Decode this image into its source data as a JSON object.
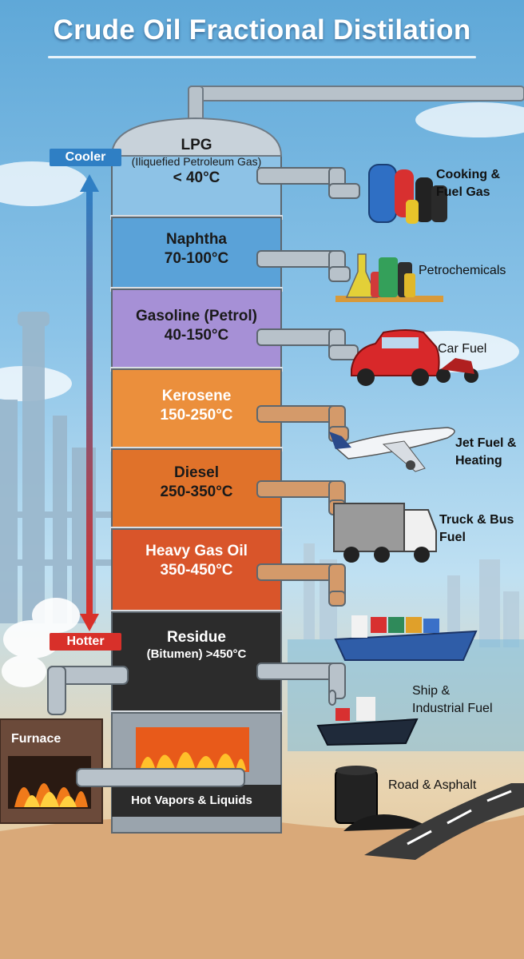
{
  "title": "Crude Oil Fractional Distilation",
  "gradient": {
    "cooler": "Cooler",
    "hotter": "Hotter"
  },
  "fractions": [
    {
      "name": "LPG",
      "subtitle": "(Iliquefied Petroleum Gas)",
      "temp": "< 40°C",
      "color": "#8dc2e6",
      "product": [
        "Cooking &",
        "Fuel Gas"
      ]
    },
    {
      "name": "Naphtha",
      "subtitle": "",
      "temp": "70-100°C",
      "color": "#5aa2d8",
      "product": [
        "Petrochemicals"
      ]
    },
    {
      "name": "Gasoline (Petrol)",
      "subtitle": "",
      "temp": "40-150°C",
      "color": "#a690d6",
      "product": [
        "Car Fuel"
      ]
    },
    {
      "name": "Kerosene",
      "subtitle": "",
      "temp": "150-250°C",
      "color": "#eb8f3c",
      "product": [
        "Jet Fuel &",
        "Heating"
      ]
    },
    {
      "name": "Diesel",
      "subtitle": "",
      "temp": "250-350°C",
      "color": "#e0722a",
      "product": [
        "Truck & Bus",
        "Fuel"
      ]
    },
    {
      "name": "Heavy Gas Oil",
      "subtitle": "",
      "temp": "350-450°C",
      "color": "#d9552a",
      "product": [
        "Ship &",
        "Industrial Fuel"
      ]
    },
    {
      "name": "Residue",
      "subtitle": "(Bitumen) >450°C",
      "temp": "",
      "color": "#2c2c2c",
      "product": [
        "Road & Asphalt"
      ]
    }
  ],
  "furnace": {
    "label": "Furnace",
    "vapors": "Hot Vapors & Liquids"
  }
}
